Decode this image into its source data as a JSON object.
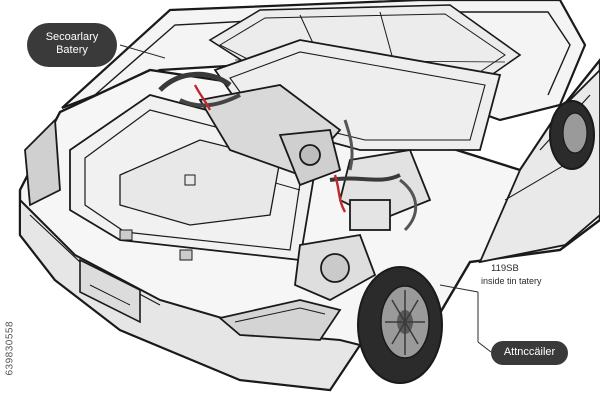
{
  "callouts": {
    "secondary_battery": {
      "line1": "Secoarlary",
      "line2": "Batery"
    },
    "alternator": "Attnccäiler",
    "annotation_code": "119SB",
    "annotation_text": "inside tin tatery"
  },
  "watermark": {
    "id": "639830558"
  },
  "colors": {
    "outline": "#1a1a1a",
    "panel_fill": "#f2f2f2",
    "shade": "#bdbdbd",
    "dark": "#2b2b2b",
    "wire_red": "#c0282d",
    "callout_bg": "#3a3a3a"
  }
}
